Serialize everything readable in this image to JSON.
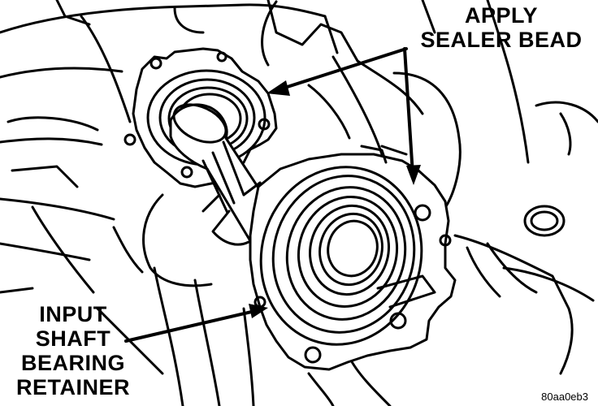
{
  "callouts": {
    "apply_sealer": [
      "APPLY",
      "SEALER BEAD"
    ],
    "input_shaft_retainer": [
      "INPUT",
      "SHAFT",
      "BEARING",
      "RETAINER"
    ]
  },
  "figure_id": "80aa0eb3",
  "colors": {
    "ink": "#000000",
    "paper": "#ffffff"
  }
}
